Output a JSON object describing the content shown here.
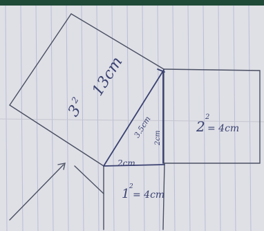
{
  "annotations": {
    "hyp_squared": "3",
    "hyp_exp": "2",
    "hyp_area": "13cm",
    "hyp_length": "3.5cm",
    "right_square": "2",
    "right_exp": "2",
    "right_area": "= 4cm",
    "bottom_square": "1",
    "bottom_exp": "2",
    "bottom_area": "= 4cm",
    "base_length": "2cm",
    "side_length": "2cm"
  },
  "colors": {
    "paper": "#dfe0e6",
    "rule_lines": "#b9bcd6",
    "pencil": "#4a4f62",
    "pen": "#3a4170",
    "top_strip": "#1f4a38"
  }
}
